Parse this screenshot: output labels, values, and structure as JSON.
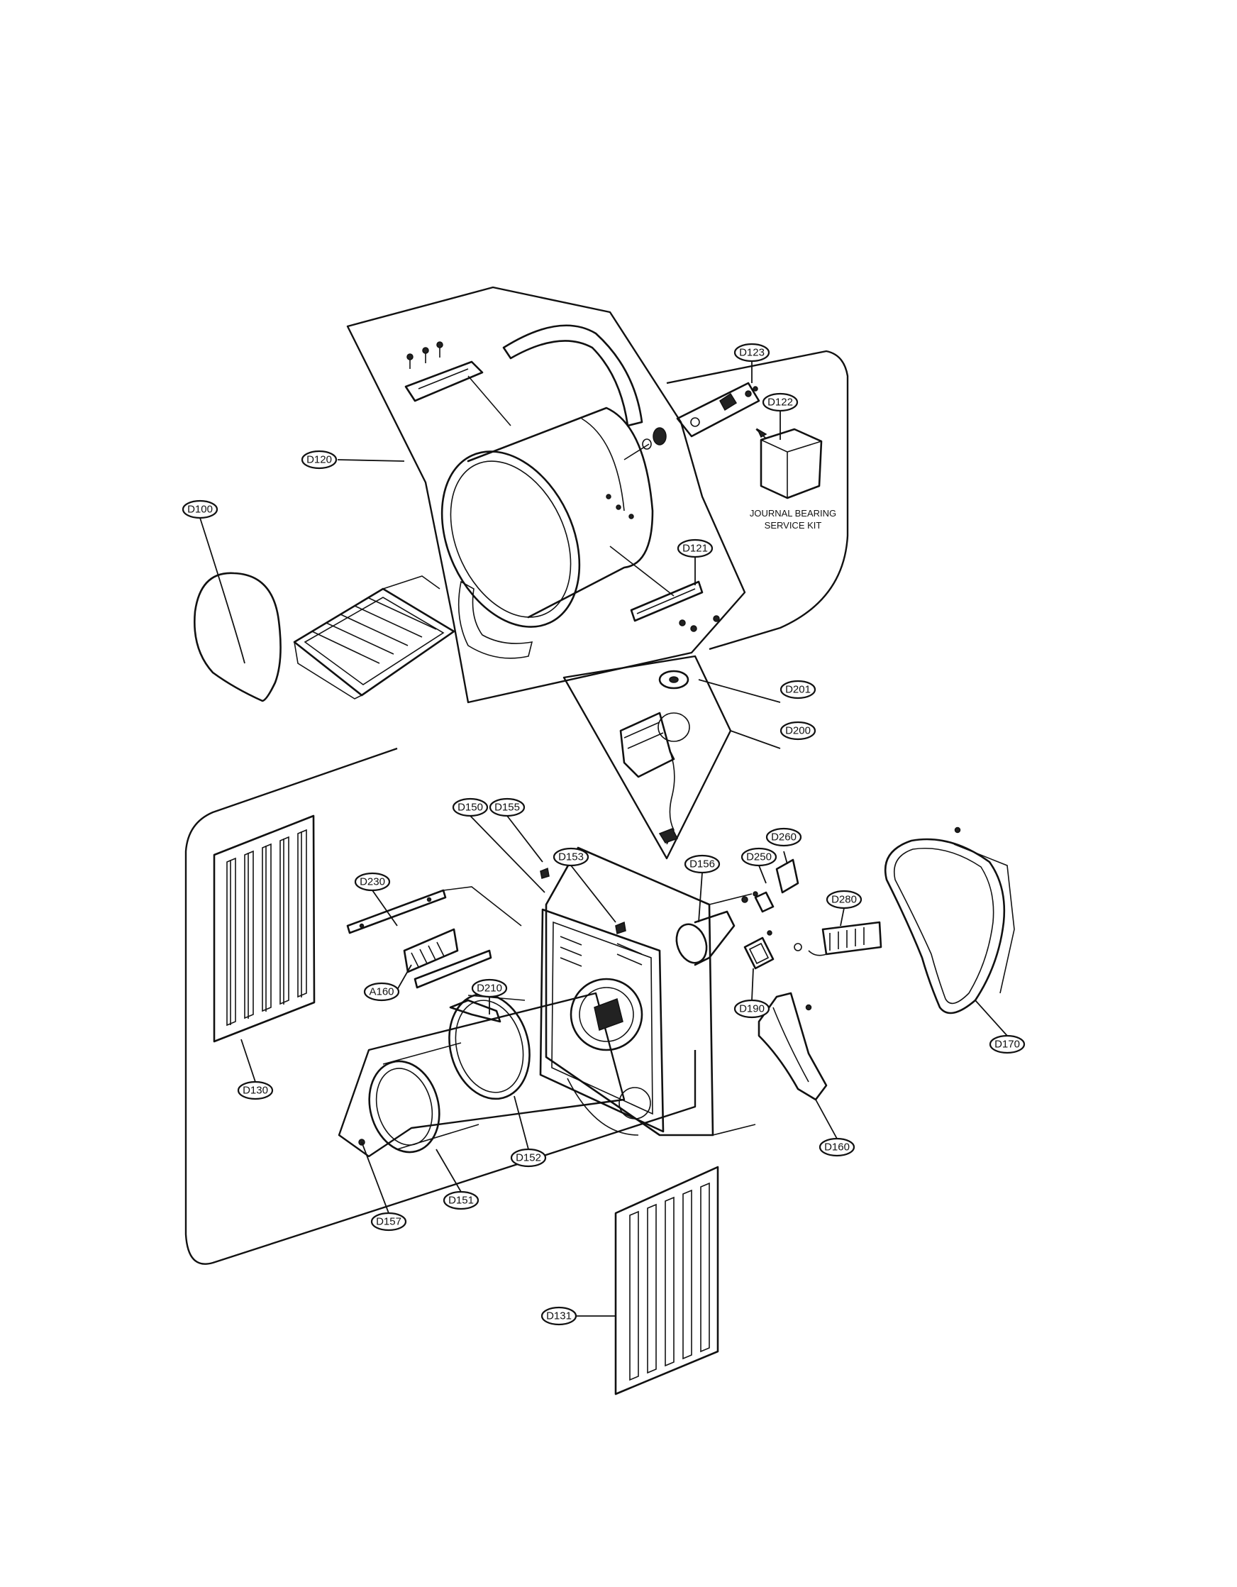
{
  "callouts": {
    "D100": "D100",
    "D120": "D120",
    "D121": "D121",
    "D122": "D122",
    "D123": "D123",
    "D130": "D130",
    "D131": "D131",
    "D150": "D150",
    "D151": "D151",
    "D152": "D152",
    "D153": "D153",
    "D155": "D155",
    "D156": "D156",
    "D157": "D157",
    "D160": "D160",
    "D170": "D170",
    "D190": "D190",
    "D200": "D200",
    "D201": "D201",
    "D210": "D210",
    "D230": "D230",
    "D250": "D250",
    "D260": "D260",
    "D280": "D280",
    "A160": "A160"
  },
  "notes": {
    "kit_line1": "JOURNAL BEARING",
    "kit_line2": "SERVICE KIT"
  }
}
